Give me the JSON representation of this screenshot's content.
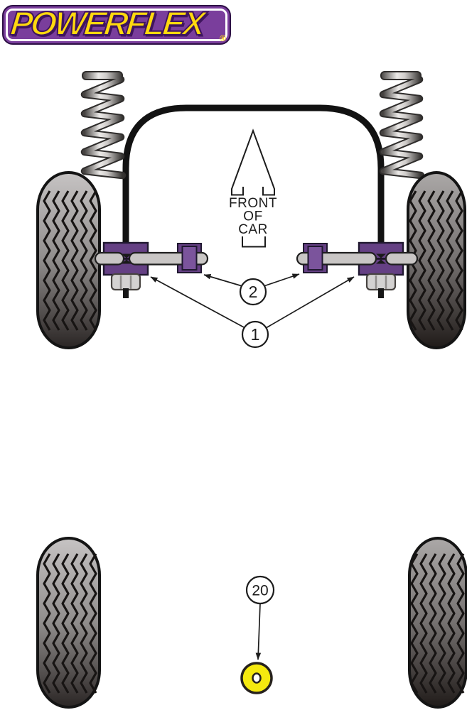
{
  "logo": {
    "brand": "POWERFLEX",
    "registered_mark": "®"
  },
  "diagram": {
    "front_of_car": {
      "line1": "FRONT",
      "line2": "OF",
      "line3": "CAR"
    },
    "callout_2": "2",
    "callout_1": "1",
    "callout_20": "20",
    "colors": {
      "logo_purple": "#7a3e9c",
      "logo_yellow": "#ffd90e",
      "bush_purple": "#654084",
      "bush_purple_light": "#7b549c",
      "link_bar_gray": "#c9c6c5",
      "nut_gray": "#d4d2d1",
      "washer_yellow": "#f5e90f",
      "anti_roll_bar_black": "#121212"
    }
  }
}
